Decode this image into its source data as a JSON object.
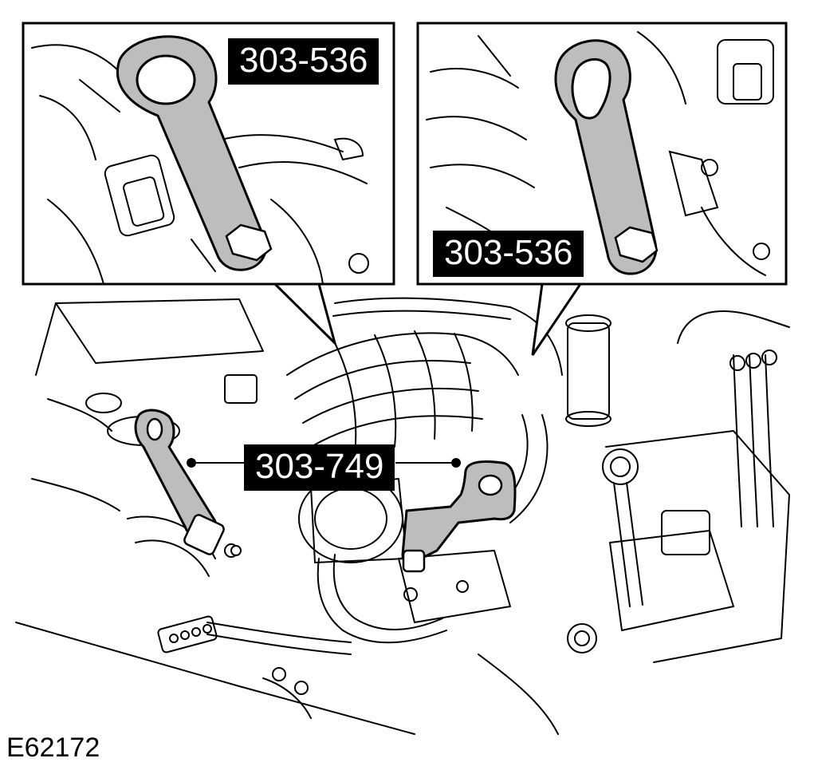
{
  "callouts": {
    "upper_left": "303-536",
    "upper_right": "303-536",
    "lower": "303-749"
  },
  "figure_id": "E62172",
  "colors": {
    "tool_fill": "#bdbdbd",
    "line": "#000000",
    "label_bg": "#000000",
    "label_text": "#ffffff"
  }
}
